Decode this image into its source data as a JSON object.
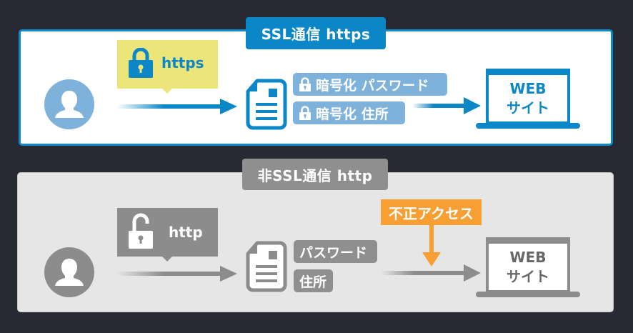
{
  "ssl_section": {
    "title": "SSL通信 https",
    "bubble_label": "https",
    "bubble_icon": "lock-closed-icon",
    "chips": [
      {
        "icon": "lock-closed-icon",
        "label": "暗号化 パスワード"
      },
      {
        "icon": "lock-closed-icon",
        "label": "暗号化 住所"
      }
    ],
    "website": {
      "line1": "WEB",
      "line2": "サイト"
    },
    "colors": {
      "accent": "#0b86c6",
      "bubble": "#ece67a",
      "chip": "#7fb2da",
      "avatar": "#7fb2da"
    }
  },
  "nonssl_section": {
    "title": "非SSL通信 http",
    "bubble_label": "http",
    "bubble_icon": "lock-open-icon",
    "chips": [
      {
        "label": "パスワード"
      },
      {
        "label": "住所"
      }
    ],
    "alert_label": "不正アクセス",
    "website": {
      "line1": "WEB",
      "line2": "サイト"
    },
    "colors": {
      "accent": "#8f8f8f",
      "alert": "#f79f33",
      "background": "#e6e6e6"
    }
  },
  "background_color": "#272a33"
}
